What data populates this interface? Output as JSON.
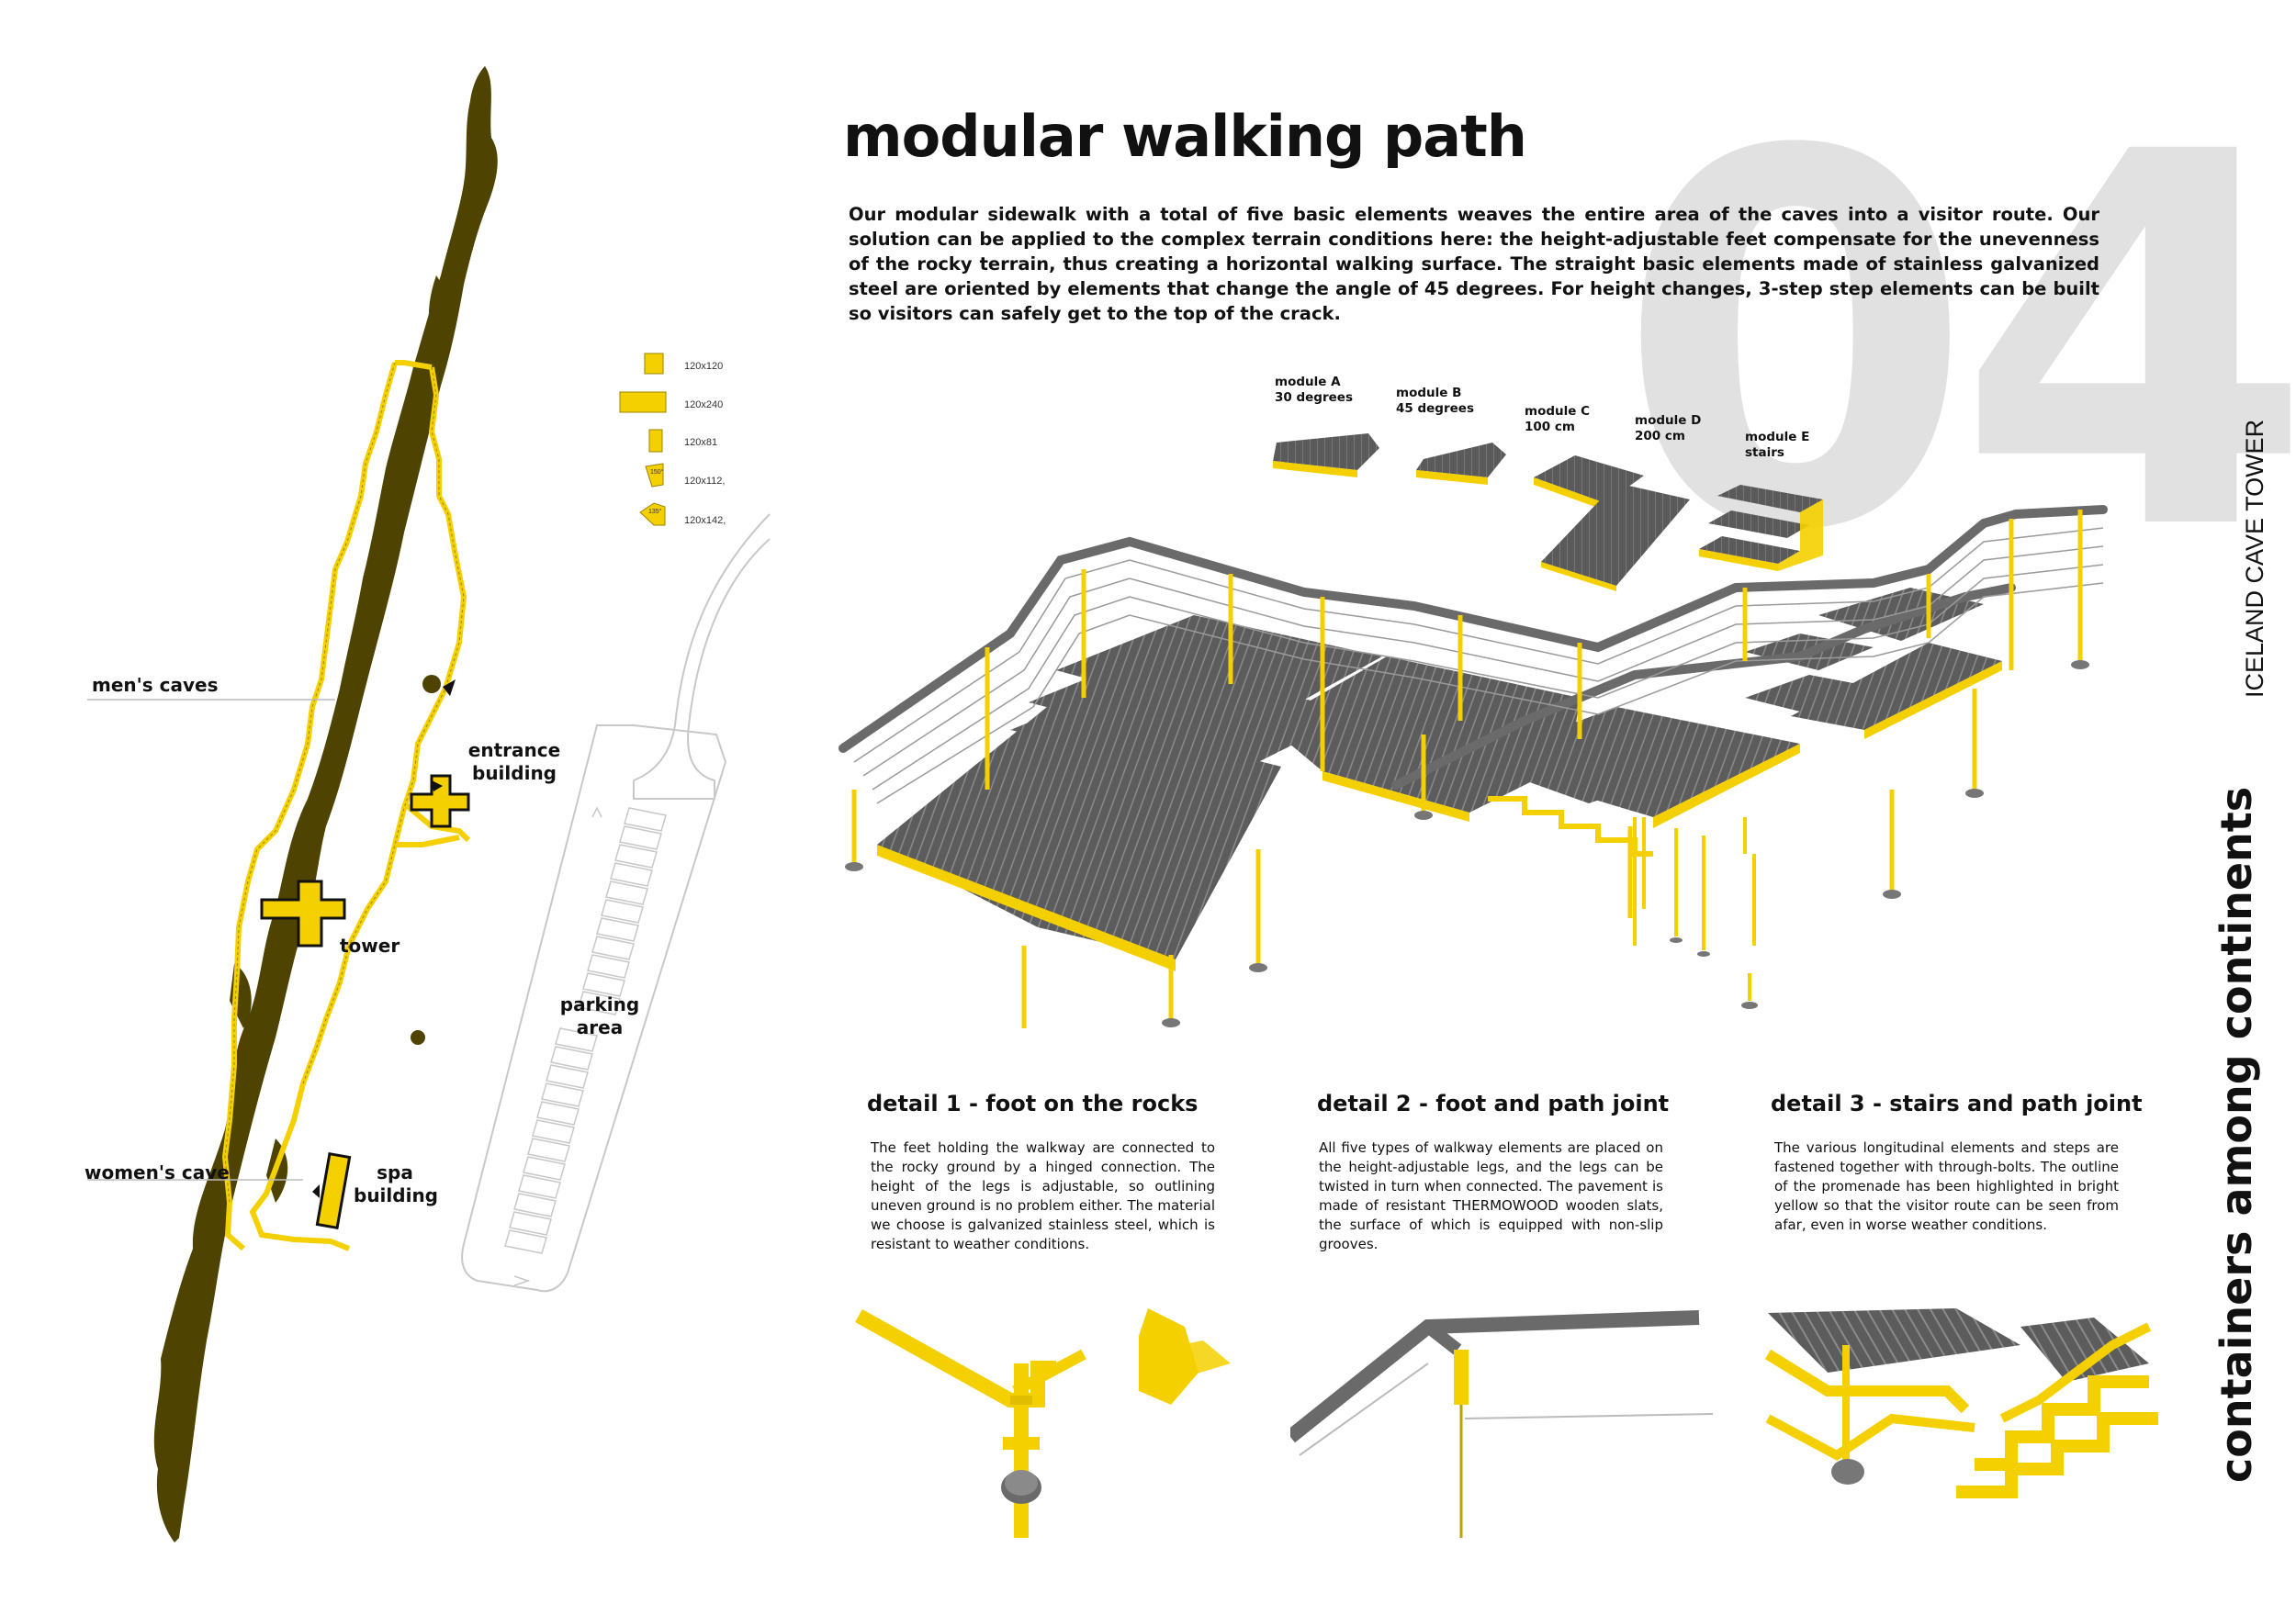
{
  "page_number": "04",
  "title": "modular walking path",
  "intro": "Our modular sidewalk with a total of five basic elements weaves the entire area of the caves into a visitor route. Our solution can be applied to the complex terrain conditions here: the height-adjustable feet compensate for the unevenness of the rocky terrain, thus creating a horizontal walking surface. The straight basic elements made of stainless galvanized steel are oriented by elements that change the angle of 45 degrees. For height changes, 3-step step elements can be built so visitors can safely get to the top of the crack.",
  "modules": [
    {
      "name": "module A",
      "spec": "30 degrees"
    },
    {
      "name": "module B",
      "spec": "45 degrees"
    },
    {
      "name": "module C",
      "spec": "100 cm"
    },
    {
      "name": "module D",
      "spec": "200 cm"
    },
    {
      "name": "module E",
      "spec": "stairs"
    }
  ],
  "details": [
    {
      "heading": "detail 1 - foot on the rocks",
      "text": "The feet holding the walkway are connected to the rocky ground by a hinged connection. The height of the legs is adjustable, so outlining uneven ground is no problem either. The material we choose is galvanized stainless steel, which is resistant to weather conditions."
    },
    {
      "heading": "detail 2 - foot and path joint",
      "text": "All five types of walkway elements are placed on the height-adjustable legs, and the legs can be twisted in turn when connected. The pavement is made of resistant THERMOWOOD wooden slats, the surface of which is equipped with non-slip grooves."
    },
    {
      "heading": "detail 3 - stairs and path joint",
      "text": "The various longitudinal elements and steps are fastened together with through-bolts. The outline of the promenade has been highlighted in bright yellow so that the visitor route can be seen from afar, even in worse weather conditions."
    }
  ],
  "side": {
    "project": "ICELAND CAVE TOWER",
    "theme": "containers among continents"
  },
  "map": {
    "labels": {
      "mens_caves": "men's caves",
      "entrance": "entrance building",
      "tower": "tower",
      "parking": "parking area",
      "womens_cave": "women's cave",
      "spa": "spa building"
    },
    "legend": [
      "120x120",
      "120x240",
      "120x81",
      "120x112,",
      "120x142,"
    ],
    "legend_angles": [
      "150°",
      "135°"
    ]
  },
  "colors": {
    "accent_yellow": "#f5d000",
    "crack_brown": "#4e4300",
    "slat_grey": "#5a5a5a",
    "big_number_grey": "#e1e1e1"
  }
}
